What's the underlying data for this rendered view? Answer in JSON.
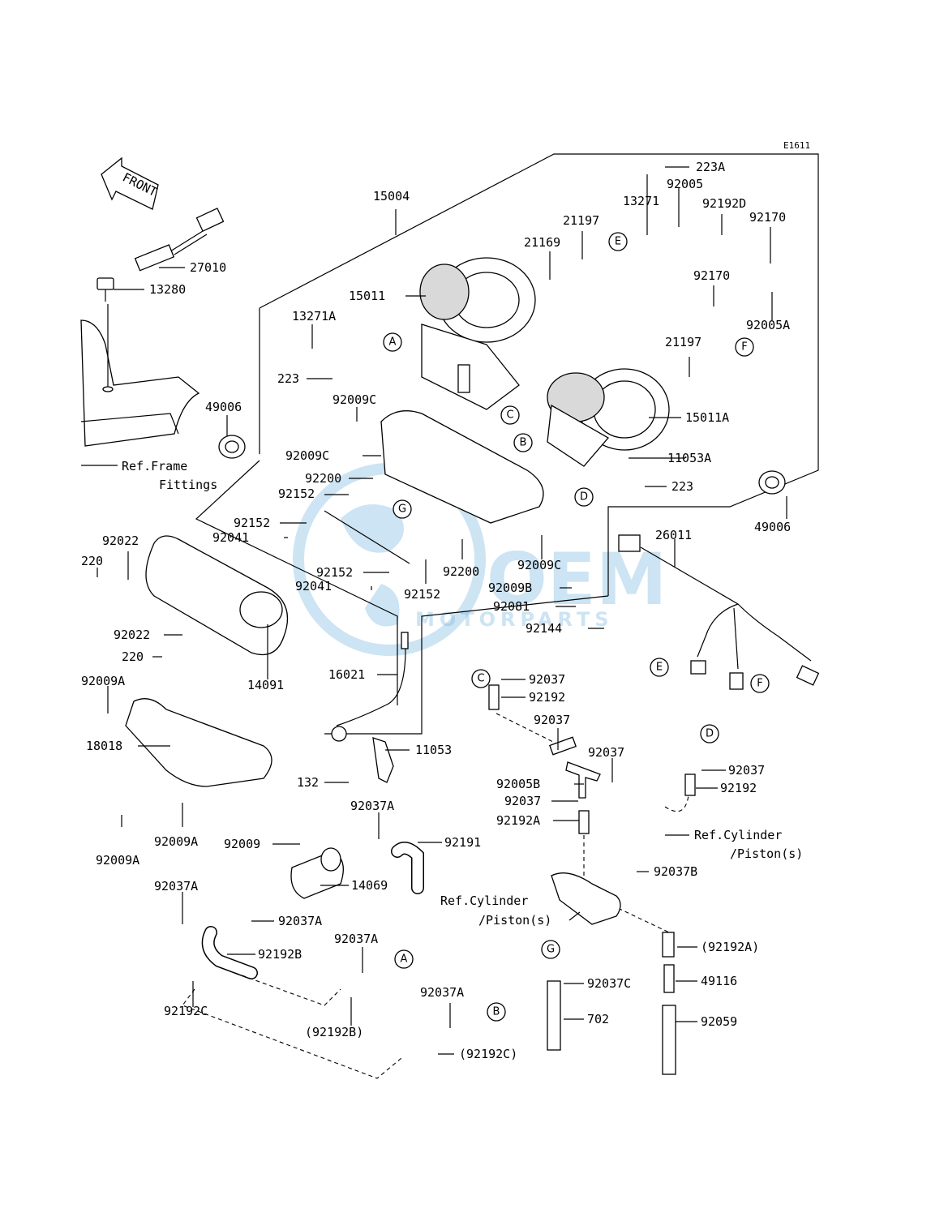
{
  "diagram_code": "E1611",
  "front_arrow_label": "FRONT",
  "watermark": {
    "brand": "OEM",
    "subtitle": "MOTORPARTS",
    "color": "#6fb4de"
  },
  "part_labels": [
    "15004",
    "223A",
    "13271",
    "92005",
    "92192D",
    "92170",
    "21197",
    "21169",
    "27010",
    "13280",
    "15011",
    "13271A",
    "223",
    "49006",
    "92170",
    "92005A",
    "21197",
    "15011A",
    "92009C",
    "92009C",
    "92200",
    "92152",
    "11053A",
    "223",
    "92152",
    "92041",
    "26011",
    "92022",
    "220",
    "49006",
    "92152",
    "92200",
    "92009C",
    "92041",
    "92152",
    "92009B",
    "92081",
    "92144",
    "92022",
    "220",
    "14091",
    "16021",
    "92037",
    "92192",
    "92009A",
    "92037",
    "92037",
    "18018",
    "11053",
    "92037",
    "92005B",
    "92192",
    "132",
    "92037",
    "92192A",
    "92037A",
    "92009",
    "92191",
    "92037B",
    "14069",
    "92009A",
    "92009A",
    "92037A",
    "92037A",
    "92192B",
    "92037A",
    "92037C",
    "92192C",
    "(92192B)",
    "92037A",
    "702",
    "(92192C)",
    "(92192A)",
    "49116",
    "92059"
  ],
  "reference_labels": [
    "Ref.Frame",
    "Fittings",
    "Ref.Cylinder",
    "/Piston(s)",
    "Ref.Cylinder",
    "/Piston(s)"
  ],
  "connector_markers": [
    "A",
    "B",
    "C",
    "D",
    "E",
    "F",
    "G",
    "C",
    "D",
    "E",
    "F",
    "G",
    "A",
    "B"
  ],
  "icons": [
    "front-arrow-icon",
    "watermark-globe-icon"
  ]
}
